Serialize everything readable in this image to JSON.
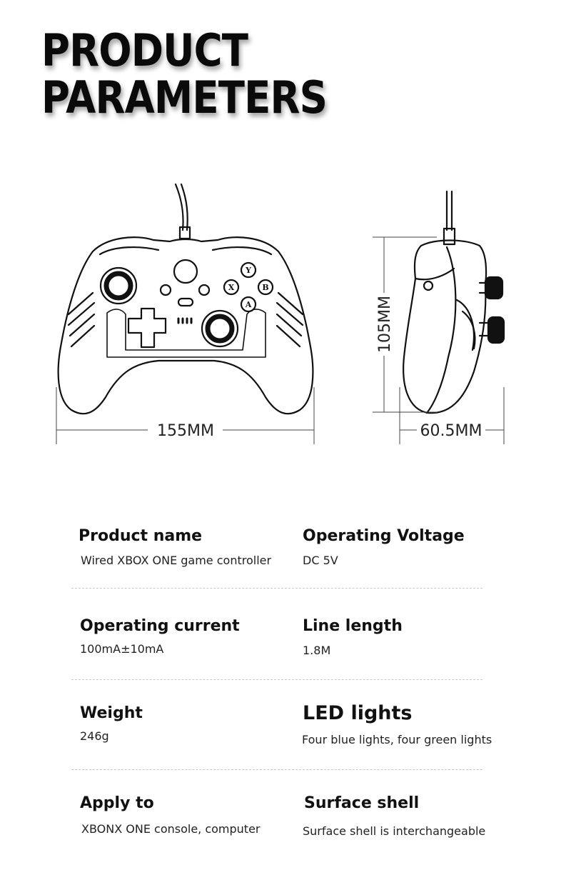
{
  "header": {
    "title_line1": "PRODUCT",
    "title_line2": "PARAMETERS"
  },
  "dimensions": {
    "width": "155MM",
    "height": "105MM",
    "depth": "60.5MM"
  },
  "face_buttons": {
    "y": "Y",
    "x": "X",
    "b": "B",
    "a": "A"
  },
  "specs": [
    {
      "label": "Product name",
      "value": "Wired XBOX ONE game controller"
    },
    {
      "label": "Operating Voltage",
      "value": "DC 5V"
    },
    {
      "label": "Operating current",
      "value": "100mA±10mA"
    },
    {
      "label": "Line length",
      "value": "1.8M"
    },
    {
      "label": "Weight",
      "value": "246g"
    },
    {
      "label": "LED lights",
      "value": "Four blue lights, four green lights"
    },
    {
      "label": "Apply to",
      "value": "XBONX ONE console, computer"
    },
    {
      "label": "Surface shell",
      "value": "Surface shell is interchangeable"
    }
  ]
}
